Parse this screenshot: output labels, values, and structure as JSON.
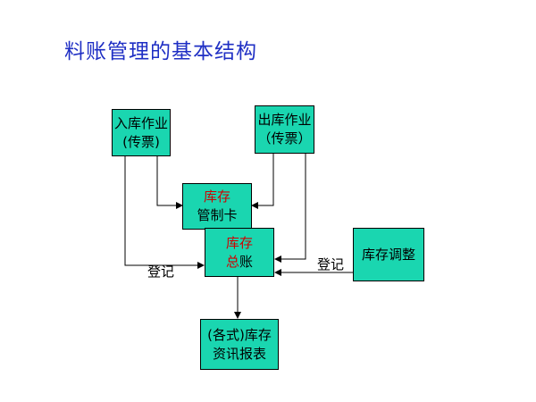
{
  "title": "料账管理的基本结构",
  "nodes": {
    "inbound": {
      "line1": "入库作业",
      "line2": "(传票)"
    },
    "outbound": {
      "line1": "出库作业",
      "line2": "（传票）"
    },
    "card": {
      "line1": "库存",
      "line2": "管制卡"
    },
    "ledger": {
      "line1": "库存",
      "line2a": "总",
      "line2b": "账"
    },
    "adjust": {
      "line1": "库存调整"
    },
    "report": {
      "line1": "(各式)库存",
      "line2": "资讯报表"
    }
  },
  "edges": {
    "left_label": "登记",
    "right_label": "登记"
  },
  "colors": {
    "title": "#1f2fc4",
    "box_fill": "#1ad6b0",
    "highlight_text": "#d00000"
  }
}
